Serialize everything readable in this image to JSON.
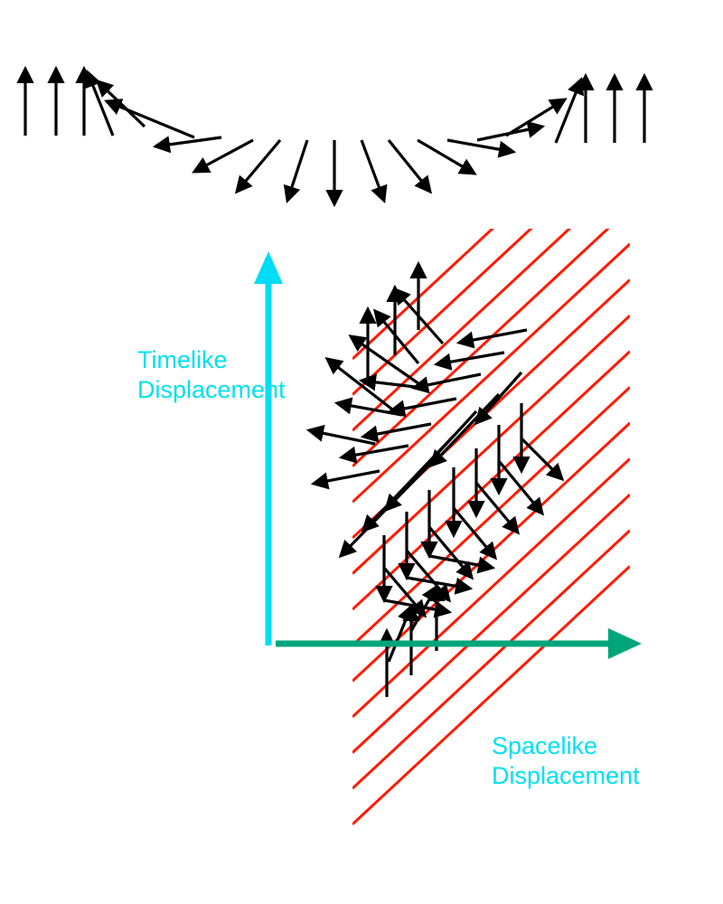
{
  "labels": {
    "timelike_line1": "Timelike",
    "timelike_line2": "Displacement",
    "spacelike_line1": "Spacelike",
    "spacelike_line2": "Displacement"
  },
  "colors": {
    "label": "#00e0f0",
    "time_axis": "#00dcf5",
    "space_axis": "#00a57a",
    "stripes": "#ff1a00",
    "arrows": "#000000"
  }
}
